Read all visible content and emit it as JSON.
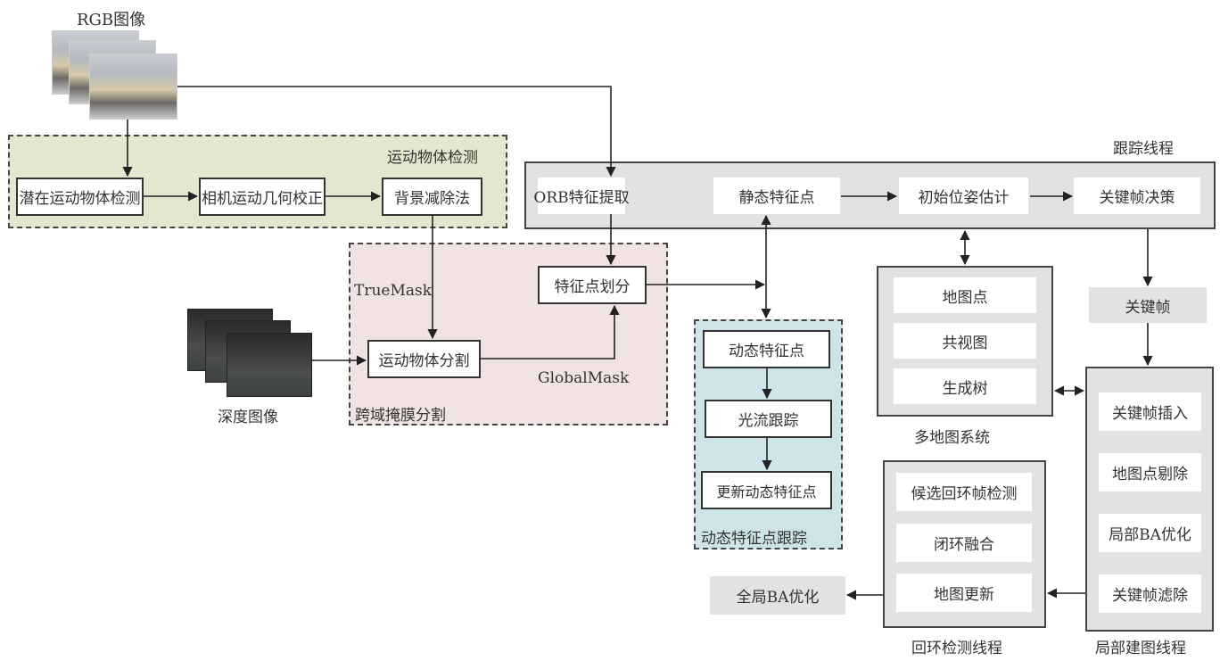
{
  "inputs": {
    "rgb_label": "RGB图像",
    "depth_label": "深度图像"
  },
  "regions": {
    "motion_detection": {
      "title": "运动物体检测",
      "color": "#e5e6cf",
      "steps": [
        "潜在运动物体检测",
        "相机运动几何校正",
        "背景减除法"
      ]
    },
    "cross_domain_mask": {
      "title": "跨域掩膜分割",
      "color": "#f2e3e3",
      "nodes": [
        "运动物体分割",
        "特征点划分"
      ],
      "truemask_label": "TrueMask",
      "globalmask_label": "GlobalMask"
    },
    "dynamic_tracking": {
      "title": "动态特征点跟踪",
      "color": "#cfe4e8",
      "steps": [
        "动态特征点",
        "光流跟踪",
        "更新动态特征点"
      ]
    }
  },
  "threads": {
    "tracking": {
      "title": "跟踪线程",
      "steps": [
        "ORB特征提取",
        "静态特征点",
        "初始位姿估计",
        "关键帧决策"
      ]
    },
    "multimap": {
      "title": "多地图系统",
      "items": [
        "地图点",
        "共视图",
        "生成树"
      ]
    },
    "keyframe": "关键帧",
    "local_mapping": {
      "title": "局部建图线程",
      "items": [
        "关键帧插入",
        "地图点剔除",
        "局部BA优化",
        "关键帧滤除"
      ]
    },
    "loop_closing": {
      "title": "回环检测线程",
      "items": [
        "候选回环帧检测",
        "闭环融合",
        "地图更新"
      ]
    },
    "global_ba": "全局BA优化"
  }
}
